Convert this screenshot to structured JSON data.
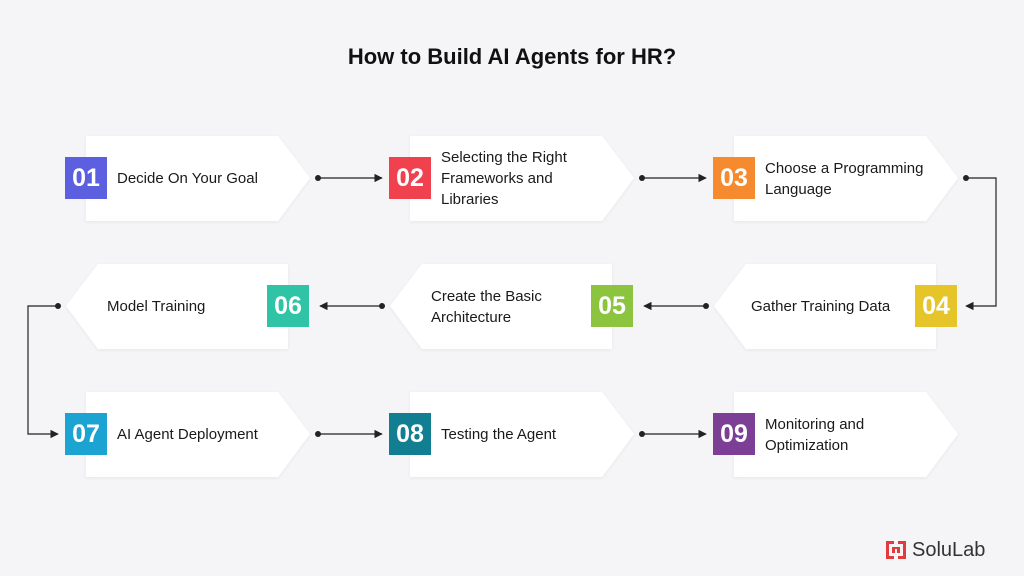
{
  "title": "How to Build AI Agents for HR?",
  "steps": [
    {
      "num": "01",
      "label": "Decide On Your Goal",
      "color": "#5B5FE0"
    },
    {
      "num": "02",
      "label": "Selecting the Right Frameworks and Libraries",
      "color": "#F0414E"
    },
    {
      "num": "03",
      "label": "Choose a Programming Language",
      "color": "#F58A2E"
    },
    {
      "num": "04",
      "label": "Gather Training Data",
      "color": "#E6C52A"
    },
    {
      "num": "05",
      "label": "Create the Basic Architecture",
      "color": "#8CC43F"
    },
    {
      "num": "06",
      "label": "Model Training",
      "color": "#2EC4A5"
    },
    {
      "num": "07",
      "label": "AI Agent Deployment",
      "color": "#1BA4D2"
    },
    {
      "num": "08",
      "label": "Testing the Agent",
      "color": "#127E92"
    },
    {
      "num": "09",
      "label": "Monitoring and Optimization",
      "color": "#7C3F95"
    }
  ],
  "brand": {
    "name": "SoluLab",
    "logo_icon": "solulab-logo-icon",
    "color": "#E23B3B"
  }
}
